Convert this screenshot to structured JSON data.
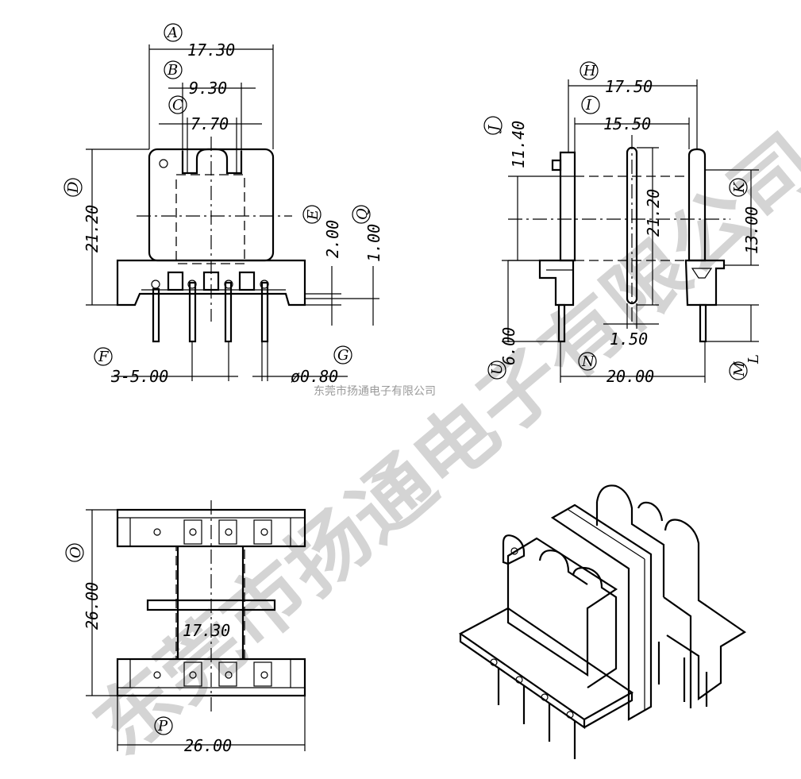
{
  "dimensions": {
    "a_width": "17.30",
    "b_width": "9.30",
    "c_width": "7.70",
    "d_height": "21.20",
    "e_height": "2.00",
    "q_height": "1.00",
    "f_pitch": "3-5.00",
    "g_pin": "ø0.80",
    "h_width": "17.50",
    "i_width": "15.50",
    "j_height": "11.40",
    "k_height": "13.00",
    "center_height": "21.20",
    "pin_diam": "1.50",
    "u_height": "6.00",
    "n_width": "20.00",
    "o_height": "26.00",
    "bottom_mid": "17.30",
    "p_width": "26.00"
  },
  "labels": {
    "A": "A",
    "B": "B",
    "C": "C",
    "D": "D",
    "E": "E",
    "Q": "Q",
    "F": "F",
    "G": "G",
    "H": "H",
    "I": "I",
    "J": "J",
    "K": "K",
    "U": "U",
    "N": "N",
    "M": "M",
    "L": "L",
    "O": "O",
    "P": "P"
  },
  "watermark": {
    "small": "东莞市扬通电子有限公司",
    "large": "东莞市扬通电子有限公司"
  }
}
